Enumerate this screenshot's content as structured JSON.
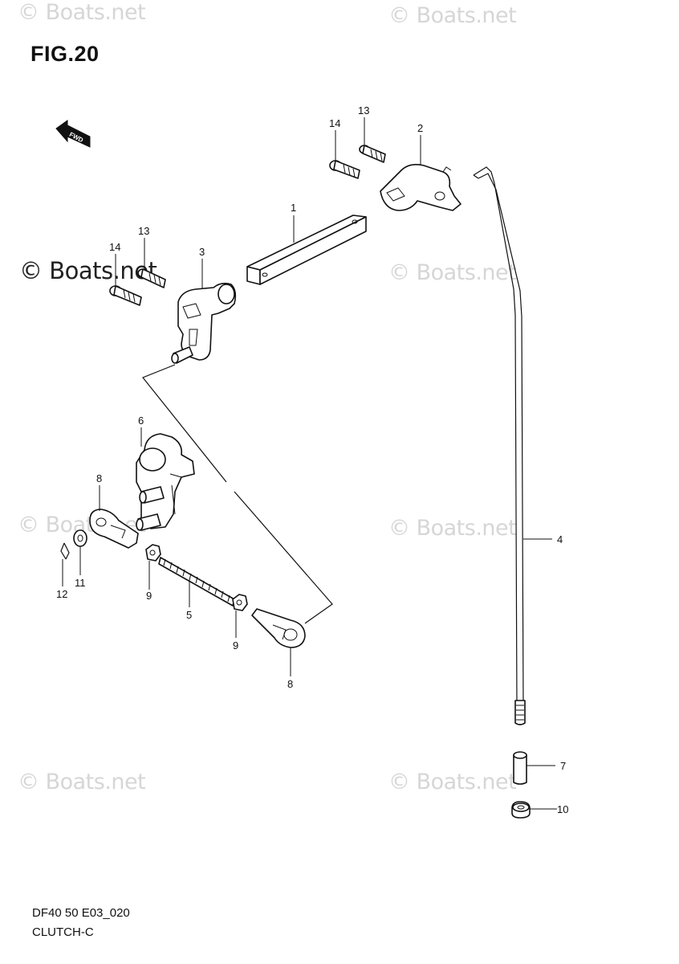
{
  "figure_title": "FIG.20",
  "fwd_label": "FWD",
  "footer": {
    "model_code": "DF40 50 E03_020",
    "section": "CLUTCH-C"
  },
  "watermark": "© Boats.net",
  "callouts": {
    "p1": "1",
    "p2": "2",
    "p3": "3",
    "p4": "4",
    "p5": "5",
    "p6": "6",
    "p7": "7",
    "p8a": "8",
    "p8b": "8",
    "p9a": "9",
    "p9b": "9",
    "p10": "10",
    "p11": "11",
    "p12": "12",
    "p13a": "13",
    "p13b": "13",
    "p14a": "14",
    "p14b": "14"
  }
}
